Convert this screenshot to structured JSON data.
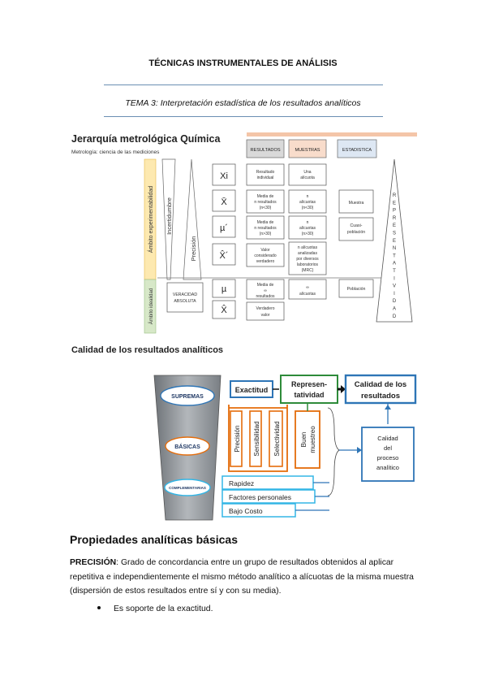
{
  "document": {
    "title": "TÉCNICAS INSTRUMENTALES DE ANÁLISIS",
    "subtitle": "TEMA 3: Interpretación estadística de los resultados analíticos"
  },
  "figure_hierarchy": {
    "title": "Jerarquía metrológica Química",
    "subtitle": "Metrología: ciencia de las mediciones",
    "band_experimental": "Ámbito experimentabilidad",
    "band_ideal": "Ámbito idealidad",
    "uncertainty": "Incertidumbre",
    "precision": "Precisión",
    "veracity_line1": "VERACIDAD",
    "veracity_line2": "ABSOLUTA",
    "col_headers": [
      "RESULTADOS",
      "MUESTRAS",
      "ESTADISTICA"
    ],
    "symbols": [
      "Xi",
      "X̄",
      "µ´",
      "X̂´",
      "µ",
      "X̂"
    ],
    "results": [
      [
        "Resultado",
        "individual"
      ],
      [
        "Media de",
        "n resultados",
        "(n<30)"
      ],
      [
        "Media de",
        "n resultados",
        "(n>30)"
      ],
      [
        "Valor",
        "considerado",
        "verdadero"
      ],
      [
        "Media de",
        "∞",
        "resultados"
      ],
      [
        "Verdadero",
        "valor"
      ]
    ],
    "samples": [
      [
        "Una",
        "alícuota"
      ],
      [
        "n",
        "alícuotas",
        "(n<30)"
      ],
      [
        "n",
        "alícuotas",
        "(n>30)"
      ],
      [
        "n alícuotas",
        "analizadas",
        "por diversos",
        "laboratorios",
        "(MRC)"
      ],
      [
        "∞",
        "alícuotas"
      ]
    ],
    "statistics": [
      [
        "Muestra"
      ],
      [
        "Cuasi-",
        "población"
      ],
      [
        "Población"
      ]
    ],
    "representativity_letters": [
      "R",
      "E",
      "P",
      "R",
      "E",
      "S",
      "E",
      "N",
      "T",
      "A",
      "T",
      "I",
      "V",
      "I",
      "D",
      "A",
      "D"
    ]
  },
  "figure_quality": {
    "title": "Calidad de los resultados analíticos",
    "cup_labels": [
      "SUPREMAS",
      "BÁSICAS",
      "COMPLEMENTARIAS"
    ],
    "box_exactitud": "Exactitud",
    "box_representatividad": [
      "Represen-",
      "tatividad"
    ],
    "box_calidad_resultados": [
      "Calidad de los",
      "resultados"
    ],
    "basic_properties": [
      "Precisión",
      "Sensibilidad",
      "Selectividad"
    ],
    "buen_muestreo": [
      "Buen",
      "muestreo"
    ],
    "process_box": [
      "Calidad",
      "del",
      "proceso",
      "analítico"
    ],
    "complementary": [
      "Rapidez",
      "Factores personales",
      "Bajo Costo"
    ],
    "colors": {
      "blue": "#2e75b6",
      "green": "#2e8b3a",
      "orange": "#e46c0a",
      "cyan": "#33b5e5",
      "cup_fill": "#9ea3a8"
    }
  },
  "section": {
    "heading": "Propiedades analíticas básicas",
    "para_term": "PRECISIÓN",
    "para_text": ": Grado de concordancia entre un grupo de resultados obtenidos al aplicar repetitiva e independientemente el mismo método analítico a alícuotas de la misma muestra (dispersión de estos resultados entre sí y con su media).",
    "bullet": "Es soporte de la exactitud."
  }
}
